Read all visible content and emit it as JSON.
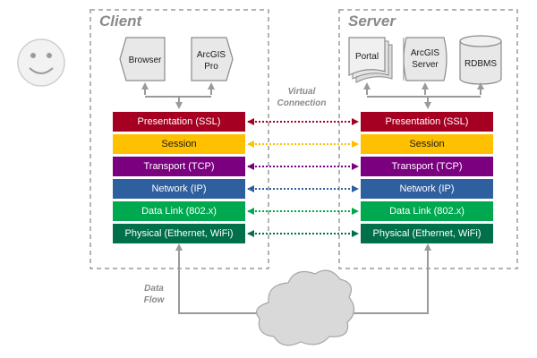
{
  "client": {
    "title": "Client",
    "apps": [
      {
        "label": "Browser",
        "icon": "browser-icon"
      },
      {
        "label": "ArcGIS Pro",
        "label_lines": [
          "ArcGIS",
          "Pro"
        ],
        "icon": "arcgis-pro-icon"
      }
    ]
  },
  "server": {
    "title": "Server",
    "apps": [
      {
        "label": "Portal",
        "icon": "portal-document-stack-icon"
      },
      {
        "label": "ArcGIS Server",
        "label_lines": [
          "ArcGIS",
          "Server"
        ],
        "icon": "arcgis-server-icon"
      },
      {
        "label": "RDBMS",
        "icon": "database-cylinder-icon"
      }
    ]
  },
  "layers": [
    {
      "label": "Presentation (SSL)",
      "color": "#a50021",
      "connector_color": "#a50021"
    },
    {
      "label": "Session",
      "color": "#ffc000",
      "connector_color": "#ffc000",
      "text_color": "#1a1a1a"
    },
    {
      "label": "Transport (TCP)",
      "color": "#7b0080",
      "connector_color": "#7b0080"
    },
    {
      "label": "Network (IP)",
      "color": "#2e5f9e",
      "connector_color": "#2e5f9e"
    },
    {
      "label": "Data Link (802.x)",
      "color": "#00a94f",
      "connector_color": "#00a94f"
    },
    {
      "label": "Physical (Ethernet, WiFi)",
      "color": "#00704a",
      "connector_color": "#00704a"
    }
  ],
  "annotations": {
    "virtual_connection": [
      "Virtual",
      "Connection"
    ],
    "data_flow": [
      "Data",
      "Flow"
    ]
  },
  "colors": {
    "frame": "#9a9a9a",
    "title": "#8a8a8a",
    "cloud_fill": "#d9d9d9",
    "connector": "#9a9a9a",
    "smiley_fill": "#f2f2f2"
  },
  "icons": {
    "user": "smiley-face-icon",
    "network": "cloud-icon"
  }
}
